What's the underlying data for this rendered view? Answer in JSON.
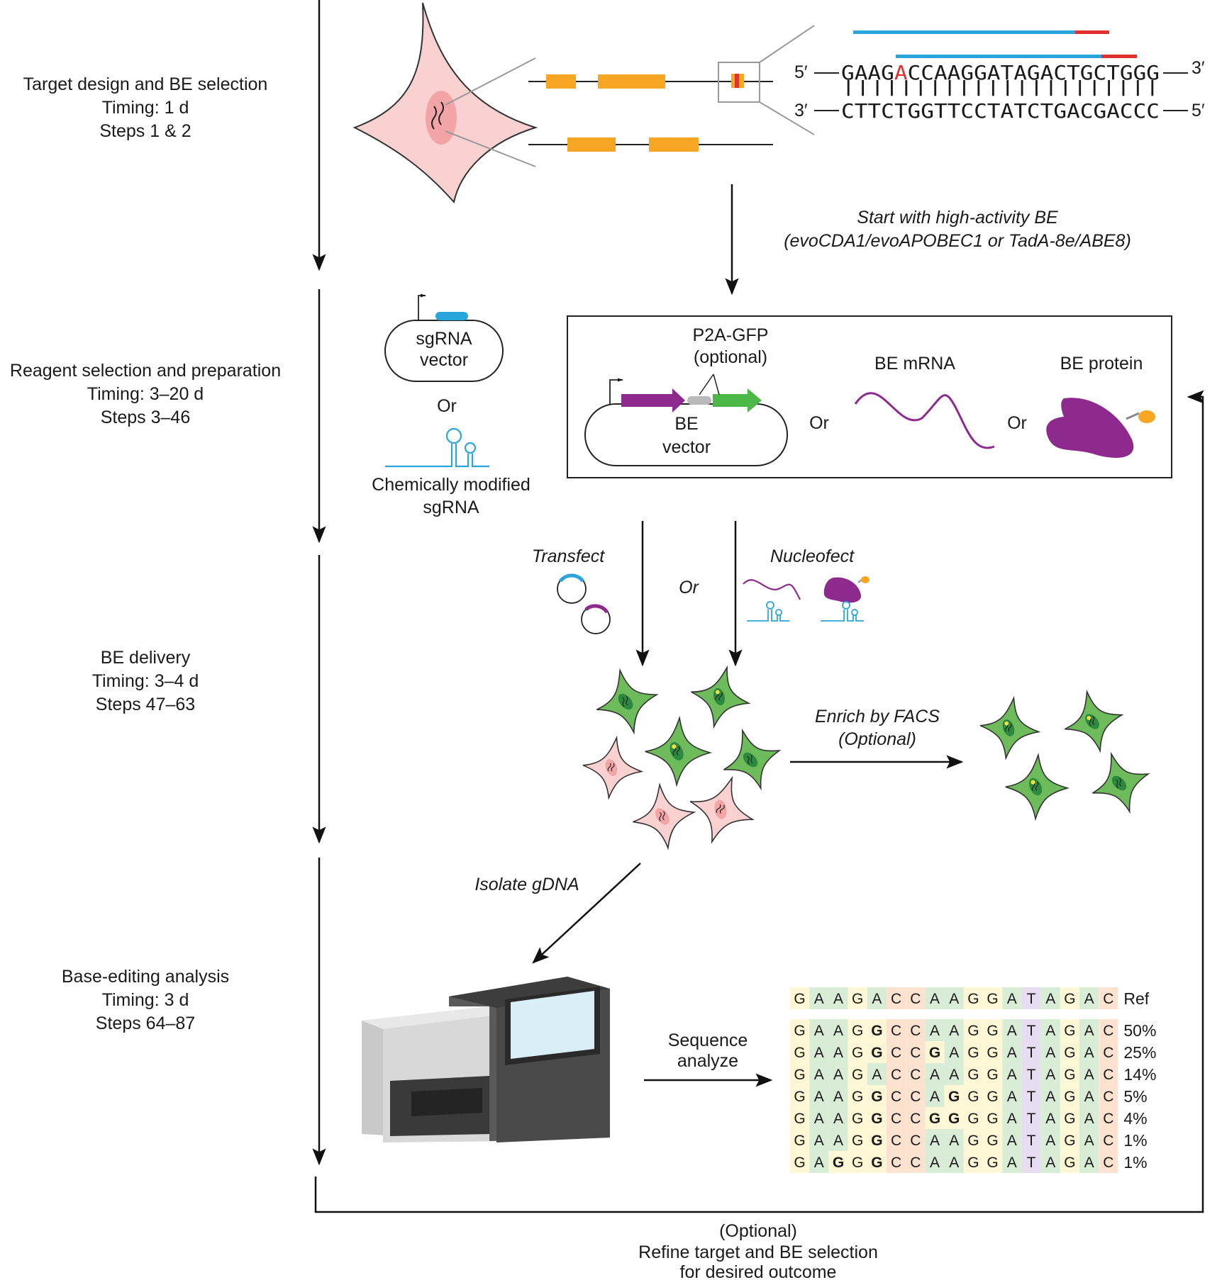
{
  "steps": [
    {
      "name": "Target design and BE selection",
      "timing": "Timing: 1 d",
      "steps": "Steps 1 & 2"
    },
    {
      "name": "Reagent selection and preparation",
      "timing": "Timing: 3–20 d",
      "steps": "Steps 3–46"
    },
    {
      "name": "BE delivery",
      "timing": "Timing: 3–4 d",
      "steps": "Steps 47–63"
    },
    {
      "name": "Base-editing analysis",
      "timing": "Timing: 3 d",
      "steps": "Steps 64–87"
    }
  ],
  "target": {
    "top_5": "5′",
    "top_left": "GAAG",
    "top_edit": "A",
    "top_right": "CCAAGGATAGACTGCTGGG",
    "top_3": "3′",
    "ticks": "||||||||||||||||||||||",
    "bottom_3": "3′",
    "bottom_seq": "CTTCTGGTTCCTATCTGACGACCC",
    "bottom_5": "5′",
    "colors": {
      "protospacer": "#2aa5dc",
      "pam": "#e03030",
      "edit": "#e03030",
      "exon": "#f6a623"
    }
  },
  "be_start": {
    "line1": "Start with high-activity BE",
    "line2": "(evoCDA1/evoAPOBEC1 or TadA-8e/ABE8)"
  },
  "reagents": {
    "sgrna_vector_1": "sgRNA",
    "sgrna_vector_2": "vector",
    "or_1": "Or",
    "chem_1": "Chemically modified",
    "chem_2": "sgRNA",
    "p2a_1": "P2A-GFP",
    "p2a_2": "(optional)",
    "be_vector_1": "BE",
    "be_vector_2": "vector",
    "or_2": "Or",
    "be_mrna": "BE mRNA",
    "or_3": "Or",
    "be_protein": "BE protein",
    "colors": {
      "be": "#8e2a8e",
      "gfp": "#4cb848",
      "sgrna": "#2aa5dc",
      "protein_tag": "#f6a623"
    }
  },
  "delivery": {
    "transfect": "Transfect",
    "or": "Or",
    "nucleofect": "Nucleofect",
    "enrich_1": "Enrich by FACS",
    "enrich_2": "(Optional)"
  },
  "analysis": {
    "isolate": "Isolate gDNA",
    "seq_1": "Sequence",
    "seq_2": "analyze",
    "ref_label": "Ref",
    "ref": [
      "G",
      "A",
      "A",
      "G",
      "A",
      "C",
      "C",
      "A",
      "A",
      "G",
      "G",
      "A",
      "T",
      "A",
      "G",
      "A",
      "C"
    ],
    "column_colors": [
      "#fef7d6",
      "#d9ecd6",
      "#d9ecd6",
      "#fef7d6",
      "#d9ecd6",
      "#fde2cf",
      "#fde2cf",
      "#d9ecd6",
      "#d9ecd6",
      "#fef7d6",
      "#fef7d6",
      "#d9ecd6",
      "#e6def0",
      "#d9ecd6",
      "#fef7d6",
      "#d9ecd6",
      "#fde2cf"
    ],
    "reads": [
      {
        "bases": [
          "G",
          "A",
          "A",
          "G",
          "G",
          "C",
          "C",
          "A",
          "A",
          "G",
          "G",
          "A",
          "T",
          "A",
          "G",
          "A",
          "C"
        ],
        "edited": [
          4
        ],
        "pct": "50%"
      },
      {
        "bases": [
          "G",
          "A",
          "A",
          "G",
          "G",
          "C",
          "C",
          "G",
          "A",
          "G",
          "G",
          "A",
          "T",
          "A",
          "G",
          "A",
          "C"
        ],
        "edited": [
          4,
          7
        ],
        "pct": "25%"
      },
      {
        "bases": [
          "G",
          "A",
          "A",
          "G",
          "A",
          "C",
          "C",
          "A",
          "A",
          "G",
          "G",
          "A",
          "T",
          "A",
          "G",
          "A",
          "C"
        ],
        "edited": [],
        "pct": "14%"
      },
      {
        "bases": [
          "G",
          "A",
          "A",
          "G",
          "G",
          "C",
          "C",
          "A",
          "G",
          "G",
          "G",
          "A",
          "T",
          "A",
          "G",
          "A",
          "C"
        ],
        "edited": [
          4,
          8
        ],
        "pct": "5%"
      },
      {
        "bases": [
          "G",
          "A",
          "A",
          "G",
          "G",
          "C",
          "C",
          "G",
          "G",
          "G",
          "G",
          "A",
          "T",
          "A",
          "G",
          "A",
          "C"
        ],
        "edited": [
          4,
          7,
          8
        ],
        "pct": "4%"
      },
      {
        "bases": [
          "G",
          "A",
          "A",
          "G",
          "G",
          "C",
          "C",
          "A",
          "A",
          "G",
          "G",
          "A",
          "T",
          "A",
          "G",
          "A",
          "C"
        ],
        "edited": [
          4
        ],
        "pct": "1%"
      },
      {
        "bases": [
          "G",
          "A",
          "G",
          "G",
          "G",
          "C",
          "C",
          "A",
          "A",
          "G",
          "G",
          "A",
          "T",
          "A",
          "G",
          "A",
          "C"
        ],
        "edited": [
          2,
          4
        ],
        "pct": "1%"
      }
    ]
  },
  "feedback": {
    "line1": "(Optional)",
    "line2": "Refine target and BE selection",
    "line3": "for desired outcome"
  }
}
